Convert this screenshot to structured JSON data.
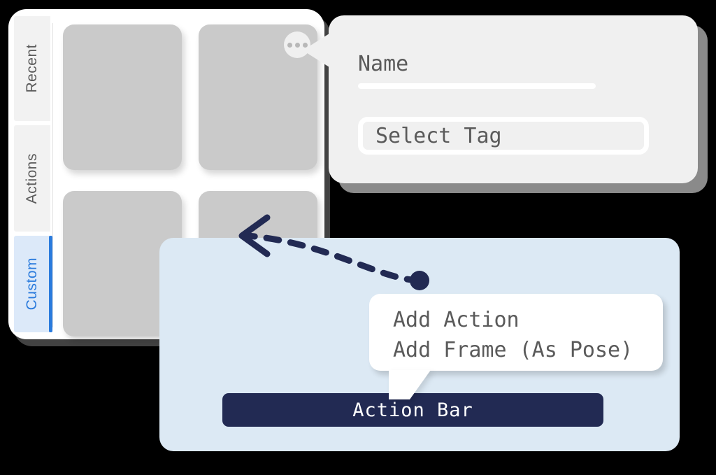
{
  "window": {
    "sidebar": {
      "tabs": [
        {
          "label": "Recent",
          "active": false
        },
        {
          "label": "Actions",
          "active": false
        },
        {
          "label": "Custom",
          "active": true
        }
      ]
    },
    "grid": {
      "cards": [
        {
          "id": "card-0"
        },
        {
          "id": "card-1"
        },
        {
          "id": "card-2"
        },
        {
          "id": "card-3"
        }
      ],
      "overflow_icon": "three-dots-icon"
    }
  },
  "detail_popup": {
    "name_field": {
      "label": "Name",
      "value": ""
    },
    "tag_select": {
      "value": "Select Tag"
    }
  },
  "action_panel": {
    "action_bar": {
      "label": "Action Bar"
    },
    "context_menu": {
      "items": [
        {
          "label": "Add Action"
        },
        {
          "label": "Add Frame (As Pose)"
        }
      ]
    }
  },
  "annotation": {
    "arrow": {
      "type": "dashed-curved-arrow",
      "direction": "left",
      "from": "context-menu-origin-dot",
      "to": "grid-card-bottom-right"
    }
  },
  "colors": {
    "accent_blue": "#2a7bdd",
    "tab_active_bg": "#dce9f9",
    "panel_blue": "#dce9f4",
    "navy": "#222a53",
    "card_gray": "#cacaca",
    "popup_gray": "#f0f0f0",
    "shadow_gray": "#8a8a8a",
    "text_gray": "#5a5a5a"
  }
}
